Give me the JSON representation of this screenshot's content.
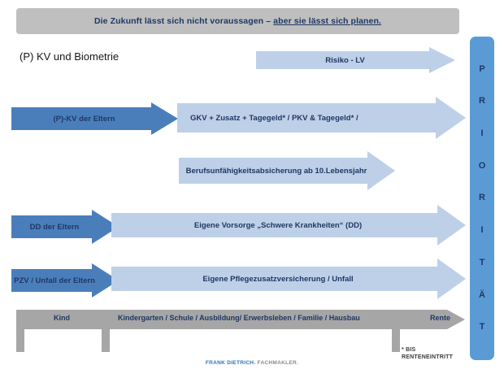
{
  "header": {
    "headline_first": "Die Zukunft lässt sich nicht voraussagen – ",
    "headline_underlined": "aber sie lässt sich planen.",
    "banner_color": "#bfbfbf",
    "text_color": "#1f3864"
  },
  "section_title": "(P) KV und Biometrie",
  "priority": {
    "letters": [
      "P",
      "R",
      "I",
      "O",
      "R",
      "I",
      "T",
      "Ä",
      "T"
    ],
    "word": "PRIORITÄT",
    "color": "#5b9bd5"
  },
  "colors": {
    "dark_arrow": "#4a7ebb",
    "light_arrow": "#bdd0e8",
    "timeline": "#a6a6a6",
    "text_blue": "#1f3864"
  },
  "arrows": [
    {
      "id": "risiko-lv",
      "label": "Risiko - LV",
      "tone": "light"
    },
    {
      "id": "p-kv-eltern",
      "label": "(P)-KV der Eltern",
      "tone": "dark"
    },
    {
      "id": "gkv-zusatz",
      "label": "GKV + Zusatz + Tagegeld* / PKV & Tagegeld* /",
      "tone": "light"
    },
    {
      "id": "berufsunfaehigkeit",
      "label": "Berufsunfähigkeitsabsicherung ab 10.Lebensjahr",
      "tone": "light"
    },
    {
      "id": "dd-eltern",
      "label": "DD der Eltern",
      "tone": "dark"
    },
    {
      "id": "eigene-vorsorge-dd",
      "label": "Eigene Vorsorge „Schwere Krankheiten“ (DD)",
      "tone": "light"
    },
    {
      "id": "pzv-unfall-eltern",
      "label": "PZV / Unfall der Eltern",
      "tone": "dark"
    },
    {
      "id": "eigene-pflegezusatz",
      "label": "Eigene Pflegezusatzversicherung / Unfall",
      "tone": "light"
    }
  ],
  "timeline": {
    "labels": [
      {
        "id": "kind",
        "text": "Kind"
      },
      {
        "id": "lebensphasen",
        "text": "Kindergarten / Schule / Ausbildung/ Erwerbsleben / Familie / Hausbau"
      },
      {
        "id": "rente",
        "text": "Rente"
      }
    ]
  },
  "note": {
    "line1": "* BIS",
    "line2": "RENTENEINTRITT"
  },
  "footer": {
    "brand": "FRANK DIETRICH.",
    "suffix": " FACHMAKLER."
  }
}
